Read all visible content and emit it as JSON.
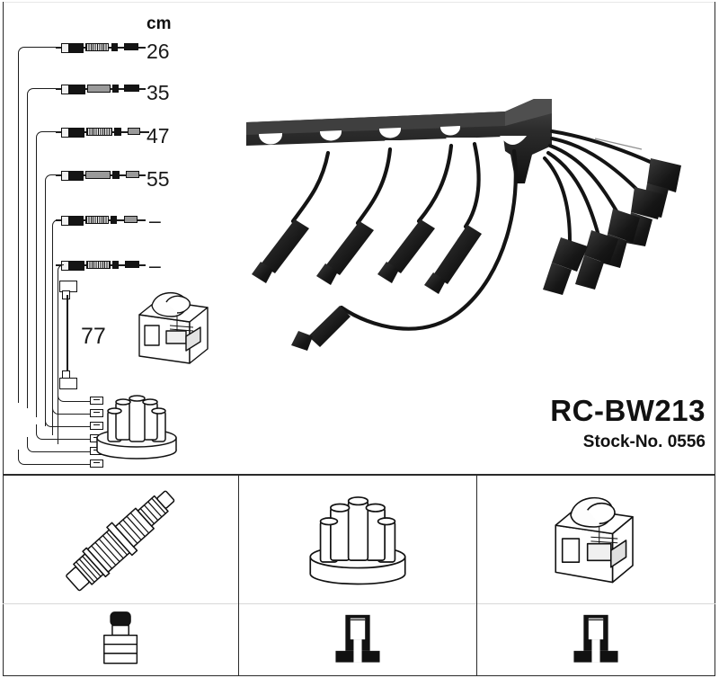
{
  "product": {
    "part_number": "RC-BW213",
    "stock_label": "Stock-No. 0556"
  },
  "length_table": {
    "unit": "cm",
    "rows": [
      {
        "length": "26",
        "index": 1
      },
      {
        "length": "35",
        "index": 2
      },
      {
        "length": "47",
        "index": 3
      },
      {
        "length": "55",
        "index": 4
      },
      {
        "length": "–",
        "index": 5
      },
      {
        "length": "–",
        "index": 6
      }
    ]
  },
  "coil_lead": {
    "length": "77"
  },
  "legend": {
    "cells": [
      {
        "id": "spark-plug",
        "top_icon": "spark-plug-icon",
        "bottom_icon": "straight-boot-icon"
      },
      {
        "id": "distributor-cap",
        "top_icon": "distributor-cap-icon",
        "bottom_icon": "t-terminal-icon"
      },
      {
        "id": "ignition-coil",
        "top_icon": "ignition-coil-icon",
        "bottom_icon": "t-terminal-icon"
      }
    ]
  },
  "assembly": {
    "caption": "ignition-cable-rail-photo",
    "lead_count": 6
  },
  "colors": {
    "ink": "#1a1a1a",
    "frame": "#2a2a2a",
    "photo_dark": "#141414",
    "paper": "#ffffff"
  }
}
